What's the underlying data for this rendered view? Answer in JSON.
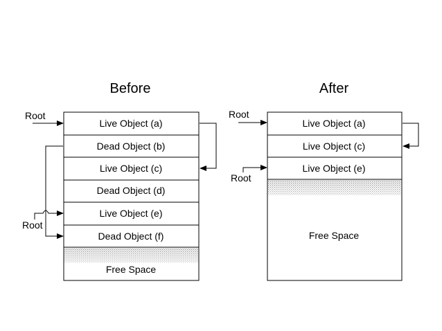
{
  "before": {
    "title": "Before",
    "cells": [
      "Live Object (a)",
      "Dead Object (b)",
      "Live Object (c)",
      "Dead Object (d)",
      "Live Object (e)",
      "Dead Object (f)"
    ],
    "free_space": "Free Space",
    "root_label_top": "Root",
    "root_label_bottom": "Root"
  },
  "after": {
    "title": "After",
    "cells": [
      "Live Object (a)",
      "Live Object (c)",
      "Live Object (e)"
    ],
    "free_space": "Free Space",
    "root_label_top": "Root",
    "root_label_bottom": "Root"
  }
}
